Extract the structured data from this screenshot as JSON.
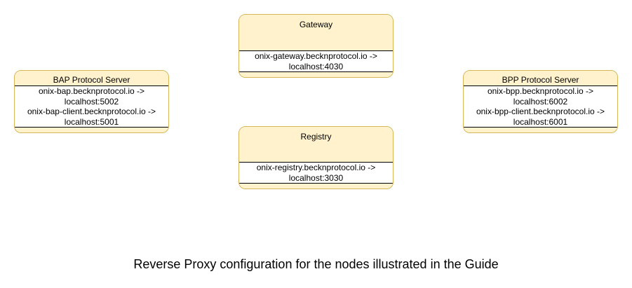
{
  "nodes": {
    "gateway": {
      "title": "Gateway",
      "lines": [
        "onix-gateway.becknprotocol.io ->",
        "localhost:4030"
      ]
    },
    "bap": {
      "title": "BAP Protocol Server",
      "lines": [
        "onix-bap.becknprotocol.io ->",
        "localhost:5002",
        "onix-bap-client.becknprotocol.io ->",
        "localhost:5001"
      ]
    },
    "bpp": {
      "title": "BPP Protocol Server",
      "lines": [
        "onix-bpp.becknprotocol.io ->",
        "localhost:6002",
        "onix-bpp-client.becknprotocol.io ->",
        "localhost:6001"
      ]
    },
    "registry": {
      "title": "Registry",
      "lines": [
        "onix-registry.becknprotocol.io ->",
        "localhost:3030"
      ]
    }
  },
  "caption": "Reverse Proxy configuration for the nodes illustrated in the Guide",
  "colors": {
    "node_fill": "#fff2cc",
    "node_stroke": "#d6b656",
    "body_fill": "#ffffff"
  }
}
